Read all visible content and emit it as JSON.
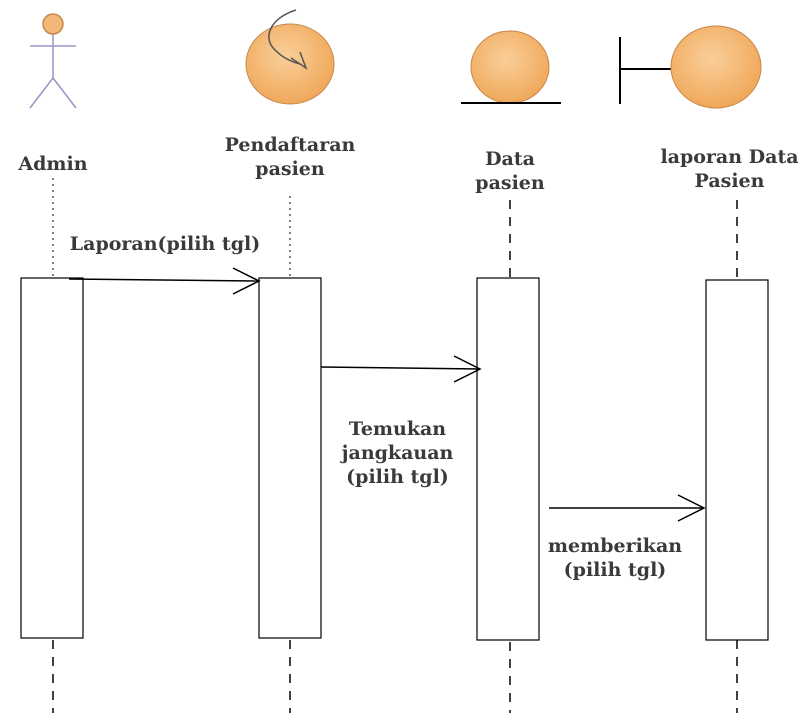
{
  "participants": {
    "admin": {
      "label": "Admin",
      "icon": "actor-icon"
    },
    "pendaftaran": {
      "label": "Pendaftaran\npasien",
      "icon": "control-icon"
    },
    "data_pasien": {
      "label": "Data\npasien",
      "icon": "entity-icon"
    },
    "laporan": {
      "label": "laporan Data\nPasien",
      "icon": "boundary-icon"
    }
  },
  "messages": {
    "m1": "Laporan(pilih tgl)",
    "m2": "Temukan\njangkauan\n(pilih tgl)",
    "m3": "memberikan\n(pilih tgl)"
  },
  "colors": {
    "actor_stroke": "#9b93c4",
    "actor_head": "#f2b877",
    "object_fill": "#f3b46f",
    "object_stroke": "#c8874a",
    "line": "#000000",
    "text": "#3a3a3a"
  }
}
